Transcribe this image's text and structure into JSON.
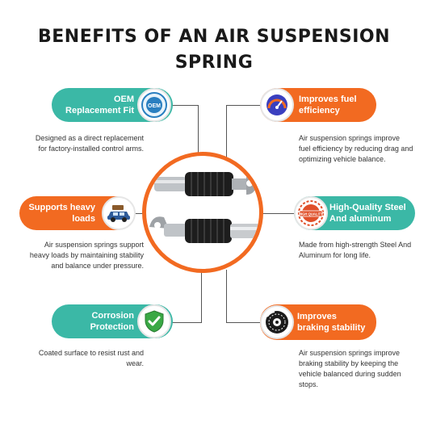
{
  "title_line1": "BENEFITS OF AN AIR SUSPENSION",
  "title_line2": "SPRING",
  "colors": {
    "teal": "#3bb8a6",
    "orange": "#f26a21"
  },
  "benefits": {
    "oem": {
      "label": "OEM Replacement Fit",
      "icon": "oem-badge-icon",
      "icon_text": "OEM",
      "description": "Designed as a direct replacement for factory-installed control arms."
    },
    "fuel": {
      "label": "Improves fuel efficiency",
      "icon": "fuel-gauge-icon",
      "description": "Air suspension springs improve fuel efficiency by reducing drag and optimizing vehicle balance."
    },
    "loads": {
      "label": "Supports heavy loads",
      "icon": "loaded-car-icon",
      "description": "Air suspension springs support heavy loads by maintaining stability and balance under pressure."
    },
    "steel": {
      "label": "High-Quality Steel And aluminum",
      "icon": "high-quality-stamp-icon",
      "icon_text": "HIGH QUALITY",
      "description": "Made from high-strength Steel And Aluminum for long life."
    },
    "corrosion": {
      "label": "Corrosion Protection",
      "icon": "shield-check-icon",
      "description": "Coated surface to resist rust and wear."
    },
    "braking": {
      "label": "Improves braking stability",
      "icon": "brake-disc-icon",
      "description": "Air suspension springs improve braking stability by keeping the vehicle balanced during sudden stops."
    }
  }
}
